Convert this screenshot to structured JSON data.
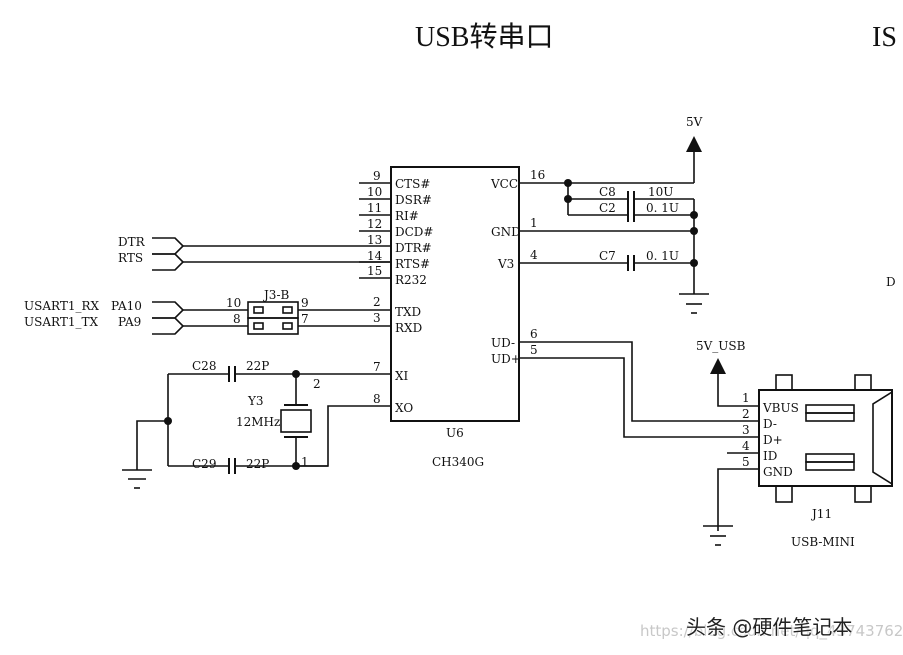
{
  "title": "USB转串口",
  "title_partial_right": "IS",
  "partial_right_label": "D",
  "ic": {
    "ref": "U6",
    "part": "CH340G",
    "left_pins": [
      {
        "num": "9",
        "name": "CTS#"
      },
      {
        "num": "10",
        "name": "DSR#"
      },
      {
        "num": "11",
        "name": "RI#"
      },
      {
        "num": "12",
        "name": "DCD#"
      },
      {
        "num": "13",
        "name": "DTR#"
      },
      {
        "num": "14",
        "name": "RTS#"
      },
      {
        "num": "15",
        "name": "R232"
      },
      {
        "num": "2",
        "name": "TXD"
      },
      {
        "num": "3",
        "name": "RXD"
      },
      {
        "num": "7",
        "name": "XI"
      },
      {
        "num": "8",
        "name": "XO"
      }
    ],
    "right_pins": [
      {
        "num": "16",
        "name": "VCC"
      },
      {
        "num": "1",
        "name": "GND"
      },
      {
        "num": "4",
        "name": "V3"
      },
      {
        "num": "6",
        "name": "UD-"
      },
      {
        "num": "5",
        "name": "UD+"
      }
    ]
  },
  "ports": {
    "dtr": "DTR",
    "rts": "RTS",
    "usart_rx": "USART1_RX",
    "usart_tx": "USART1_TX",
    "pa10": "PA10",
    "pa9": "PA9"
  },
  "jumper": {
    "ref": "J3-B",
    "pins": [
      "10",
      "9",
      "8",
      "7"
    ]
  },
  "power": {
    "v5": "5V",
    "v5_usb": "5V_USB"
  },
  "capacitors": [
    {
      "ref": "C8",
      "value": "10U"
    },
    {
      "ref": "C2",
      "value": "0. 1U"
    },
    {
      "ref": "C7",
      "value": "0. 1U"
    },
    {
      "ref": "C28",
      "value": "22P"
    },
    {
      "ref": "C29",
      "value": "22P"
    }
  ],
  "crystal": {
    "ref": "Y3",
    "value": "12MHz",
    "pin_top": "2",
    "pin_bottom": "1"
  },
  "usb_connector": {
    "ref": "J11",
    "part": "USB-MINI",
    "pins": [
      {
        "num": "1",
        "name": "VBUS"
      },
      {
        "num": "2",
        "name": "D-"
      },
      {
        "num": "3",
        "name": "D+"
      },
      {
        "num": "4",
        "name": "ID"
      },
      {
        "num": "5",
        "name": "GND"
      }
    ]
  },
  "watermark": {
    "brand": "头条 @硬件笔记本",
    "url": "https://blog.csdn.net/qq_43743762"
  }
}
